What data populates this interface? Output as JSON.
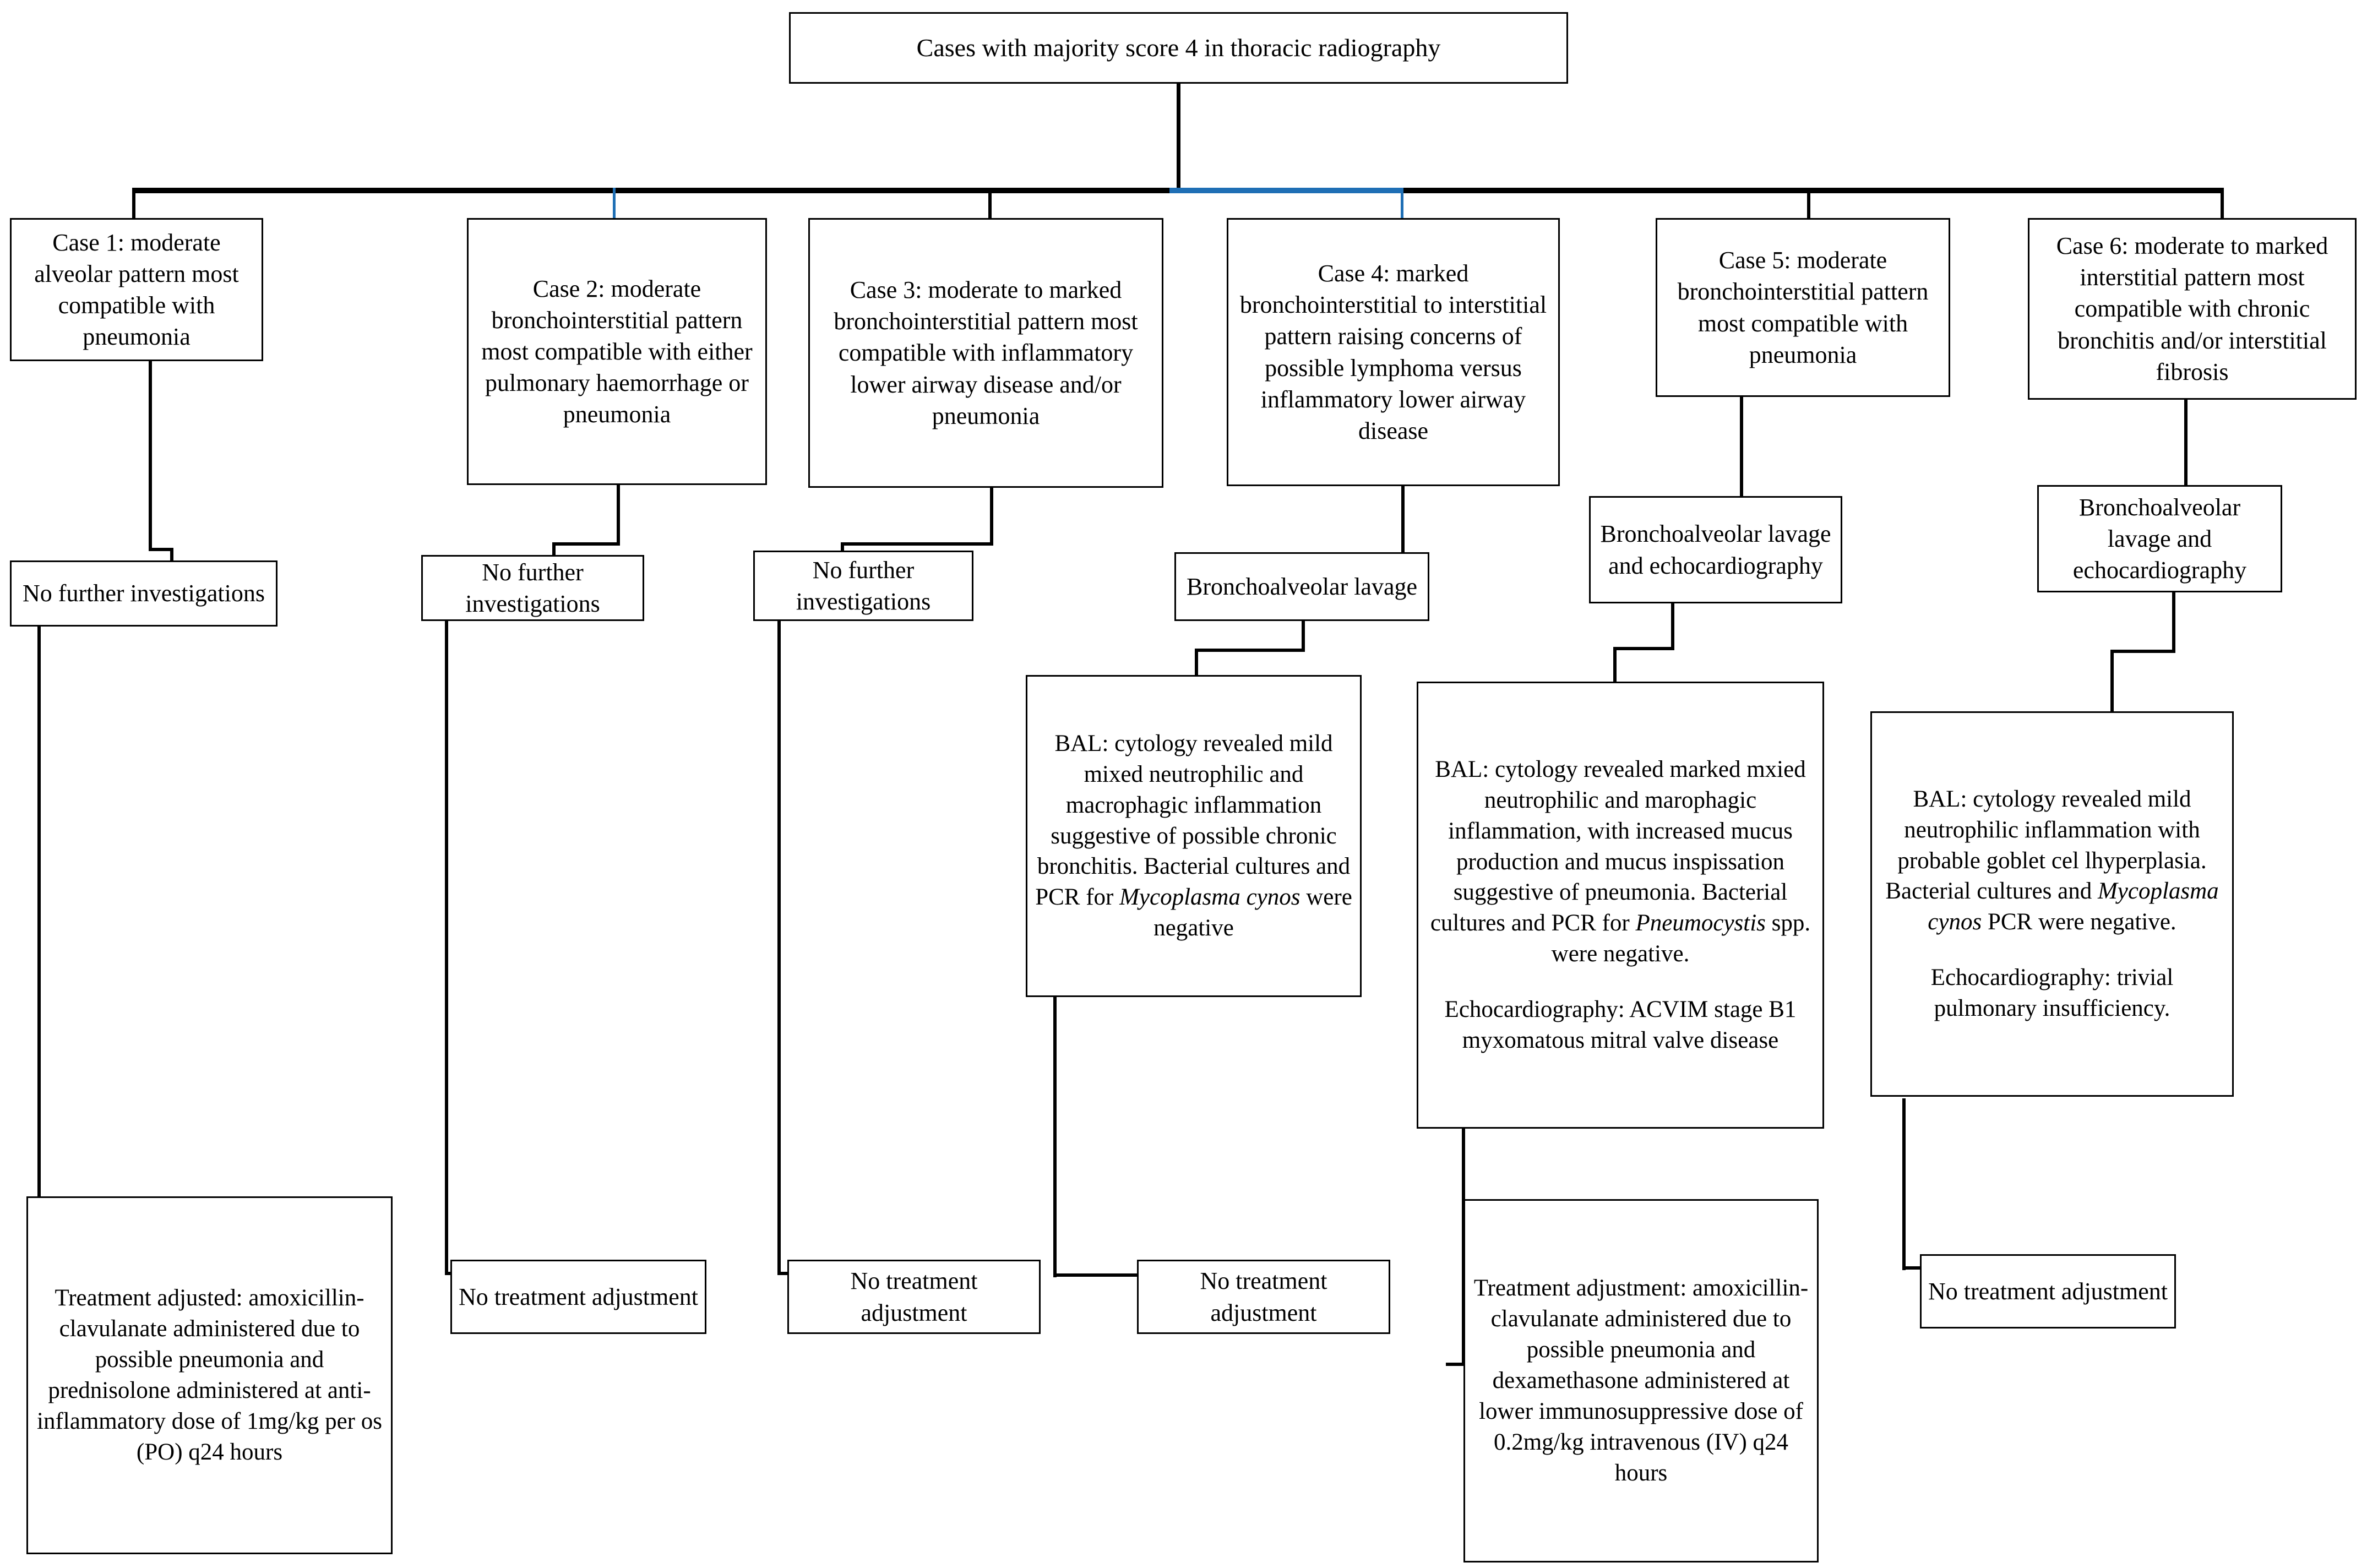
{
  "diagram": {
    "title": "Cases with majority score 4 in thoracic radiography",
    "accent_color": "#1F6FB5",
    "line_color": "#000000",
    "background": "#ffffff"
  },
  "root": {
    "label": "Cases with majority score 4 in thoracic radiography"
  },
  "cases": [
    {
      "id": "case-1",
      "title": "Case 1: moderate alveolar pattern most compatible with pneumonia",
      "investigation": "No further investigations",
      "outcome": "Treatment adjusted: amoxicillin-clavulanate administered due to possible pneumonia and prednisolone administered at anti-inflammatory dose of 1mg/kg per os (PO) q24 hours"
    },
    {
      "id": "case-2",
      "title": "Case 2: moderate bronchointerstitial pattern most compatible with either pulmonary haemorrhage or pneumonia",
      "investigation": "No further investigations",
      "outcome": "No treatment adjustment"
    },
    {
      "id": "case-3",
      "title": "Case 3: moderate to marked bronchointerstitial pattern most compatible with inflammatory lower airway disease and/or pneumonia",
      "investigation": "No further investigations",
      "outcome": "No treatment adjustment"
    },
    {
      "id": "case-4",
      "title": "Case 4: marked bronchointerstitial to interstitial pattern raising concerns of possible lymphoma versus inflammatory lower airway disease",
      "investigation": "Bronchoalveolar lavage",
      "results_line1": "BAL: cytology revealed mild mixed neutrophilic and macrophagic inflammation suggestive of possible chronic bronchitis. Bacterial cultures and PCR for ",
      "results_italic1": "Mycoplasma cynos",
      "results_line1_tail": " were negative",
      "outcome": "No treatment adjustment"
    },
    {
      "id": "case-5",
      "title": "Case 5: moderate bronchointerstitial pattern most compatible with pneumonia",
      "investigation": "Bronchoalveolar lavage and echocardiography",
      "results_bal_head": "BAL: cytology revealed marked mxied neutrophilic and marophagic inflammation, with increased mucus production and mucus inspissation suggestive of pneumonia. Bacterial cultures and PCR for ",
      "results_bal_italic": "Pneumocystis",
      "results_bal_tail": " spp. were negative.",
      "results_echo": "Echocardiography: ACVIM stage B1 myxomatous mitral valve disease",
      "outcome": "Treatment adjustment: amoxicillin-clavulanate administered due to possible pneumonia and dexamethasone administered at lower immunosuppressive dose of 0.2mg/kg intravenous (IV) q24 hours"
    },
    {
      "id": "case-6",
      "title": "Case 6: moderate to marked interstitial pattern most compatible with chronic bronchitis and/or interstitial fibrosis",
      "investigation": "Bronchoalveolar lavage and echocardiography",
      "results_bal_head": "BAL: cytology revealed mild neutrophilic inflammation with probable goblet cel lhyperplasia. Bacterial cultures and ",
      "results_bal_italic": "Mycoplasma cynos",
      "results_bal_tail": " PCR were negative.",
      "results_echo": "Echocardiography: trivial pulmonary insufficiency.",
      "outcome": "No treatment adjustment"
    }
  ]
}
